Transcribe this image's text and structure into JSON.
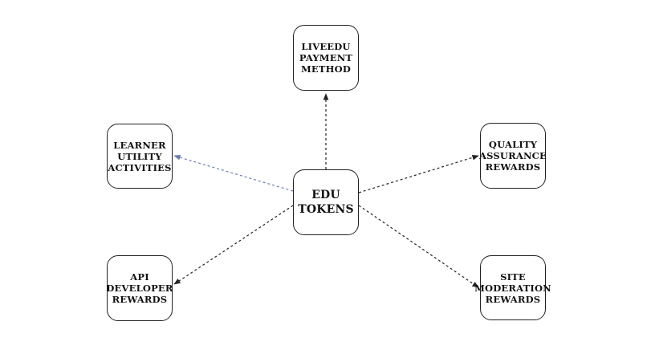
{
  "diagram": {
    "center": {
      "lines": [
        "EDU",
        "TOKENS"
      ]
    },
    "nodes": {
      "liveedu": {
        "lines": [
          "LIVEEDU",
          "PAYMENT",
          "METHOD"
        ]
      },
      "learner": {
        "lines": [
          "LEARNER",
          "UTILITY",
          "ACTIVITIES"
        ]
      },
      "quality": {
        "lines": [
          "QUALITY",
          "ASSURANCE",
          "REWARDS"
        ]
      },
      "api": {
        "lines": [
          "API",
          "DEVELOPER",
          "REWARDS"
        ]
      },
      "site": {
        "lines": [
          "SITE",
          "MODERATION",
          "REWARDS"
        ]
      }
    },
    "edges": [
      {
        "from": "center",
        "to": "liveedu",
        "style": "dashed",
        "color": "#222222"
      },
      {
        "from": "center",
        "to": "learner",
        "style": "dashed",
        "color": "#6b7fae"
      },
      {
        "from": "center",
        "to": "quality",
        "style": "dashed",
        "color": "#222222"
      },
      {
        "from": "center",
        "to": "api",
        "style": "dashed",
        "color": "#222222"
      },
      {
        "from": "center",
        "to": "site",
        "style": "dashed",
        "color": "#222222"
      }
    ]
  }
}
